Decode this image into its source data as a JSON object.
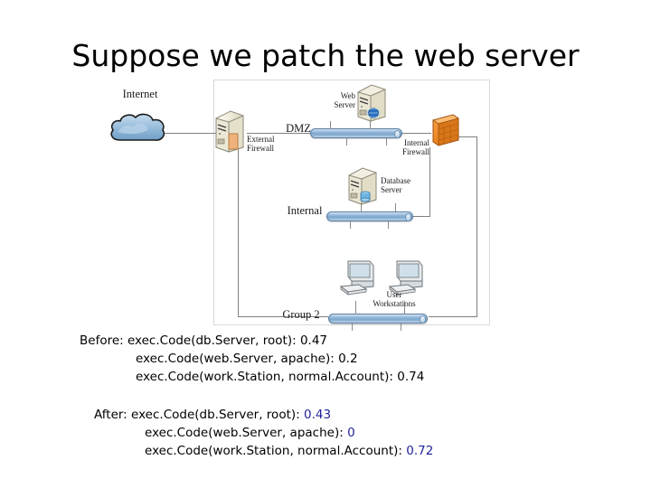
{
  "slide": {
    "title": "Suppose we patch the web server"
  },
  "diagram": {
    "name": "network-topology-diagram",
    "labels": {
      "internet": "Internet",
      "external_firewall": "External Firewall",
      "external_firewall_l1": "External",
      "external_firewall_l2": "Firewall",
      "dmz": "DMZ",
      "web_server_l1": "Web",
      "web_server_l2": "Server",
      "internal_firewall_l1": "Internal",
      "internal_firewall_l2": "Firewall",
      "database_server_l1": "Database",
      "database_server_l2": "Server",
      "internal": "Internal",
      "user_workstations_l1": "User",
      "user_workstations_l2": "Workstations",
      "group2": "Group 2"
    },
    "buses": [
      "DMZ",
      "Internal",
      "Group 2"
    ],
    "nodes": [
      "Internet",
      "External Firewall",
      "Web Server",
      "Internal Firewall",
      "Database Server",
      "User Workstations"
    ],
    "colors": {
      "bus": "#7ba7ce",
      "firewall": "#e8821e",
      "cloud": "#7fa8cd",
      "server": "#e8e4cf",
      "wire": "#808080",
      "frame": "#d9d9d9"
    }
  },
  "results": {
    "before": {
      "label": "Before:",
      "lines": [
        {
          "expr": "exec.Code(db.Server, root):",
          "value": "0.47",
          "highlight": false
        },
        {
          "expr": "exec.Code(web.Server, apache):",
          "value": "0.2",
          "highlight": false
        },
        {
          "expr": "exec.Code(work.Station, normal.Account):",
          "value": "0.74",
          "highlight": false
        }
      ]
    },
    "after": {
      "label": "After:",
      "lines": [
        {
          "expr": "exec.Code(db.Server, root):",
          "value": "0.43",
          "highlight": true
        },
        {
          "expr": "exec.Code(web.Server, apache):",
          "value": "0",
          "highlight": true
        },
        {
          "expr": "exec.Code(work.Station, normal.Account):",
          "value": "0.72",
          "highlight": true
        }
      ]
    },
    "highlight_color": "#22229c"
  }
}
